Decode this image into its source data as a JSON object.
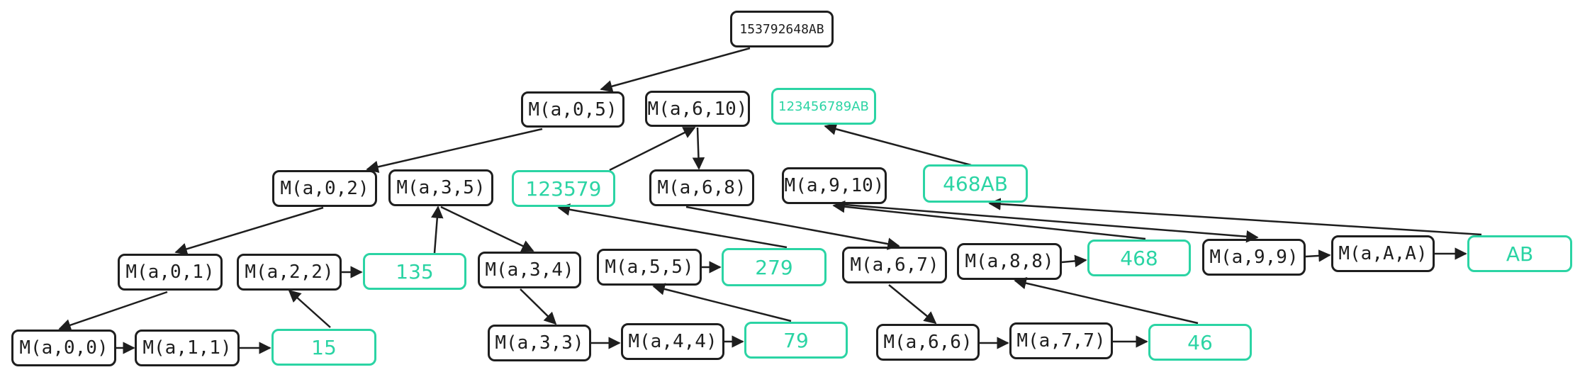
{
  "colors": {
    "call": "#1e1e1e",
    "result": "#2bd4a4",
    "background": "#ffffff"
  },
  "nodes": {
    "root": "153792648AB",
    "m_a_0_5": "M(a,0,5)",
    "m_a_6_10": "M(a,6,10)",
    "r_123456789ab": "123456789AB",
    "m_a_0_2": "M(a,0,2)",
    "m_a_3_5": "M(a,3,5)",
    "r_123579": "123579",
    "m_a_6_8": "M(a,6,8)",
    "m_a_9_10": "M(a,9,10)",
    "r_468ab": "468AB",
    "m_a_0_1": "M(a,0,1)",
    "m_a_2_2": "M(a,2,2)",
    "r_135": "135",
    "m_a_3_4": "M(a,3,4)",
    "m_a_5_5": "M(a,5,5)",
    "r_279": "279",
    "m_a_6_7": "M(a,6,7)",
    "m_a_8_8": "M(a,8,8)",
    "r_468": "468",
    "m_a_9_9": "M(a,9,9)",
    "m_a_A_A": "M(a,A,A)",
    "r_ab": "AB",
    "m_a_0_0": "M(a,0,0)",
    "m_a_1_1": "M(a,1,1)",
    "r_15": "15",
    "m_a_3_3": "M(a,3,3)",
    "m_a_4_4": "M(a,4,4)",
    "r_79": "79",
    "m_a_6_6": "M(a,6,6)",
    "m_a_7_7": "M(a,7,7)",
    "r_46": "46"
  }
}
